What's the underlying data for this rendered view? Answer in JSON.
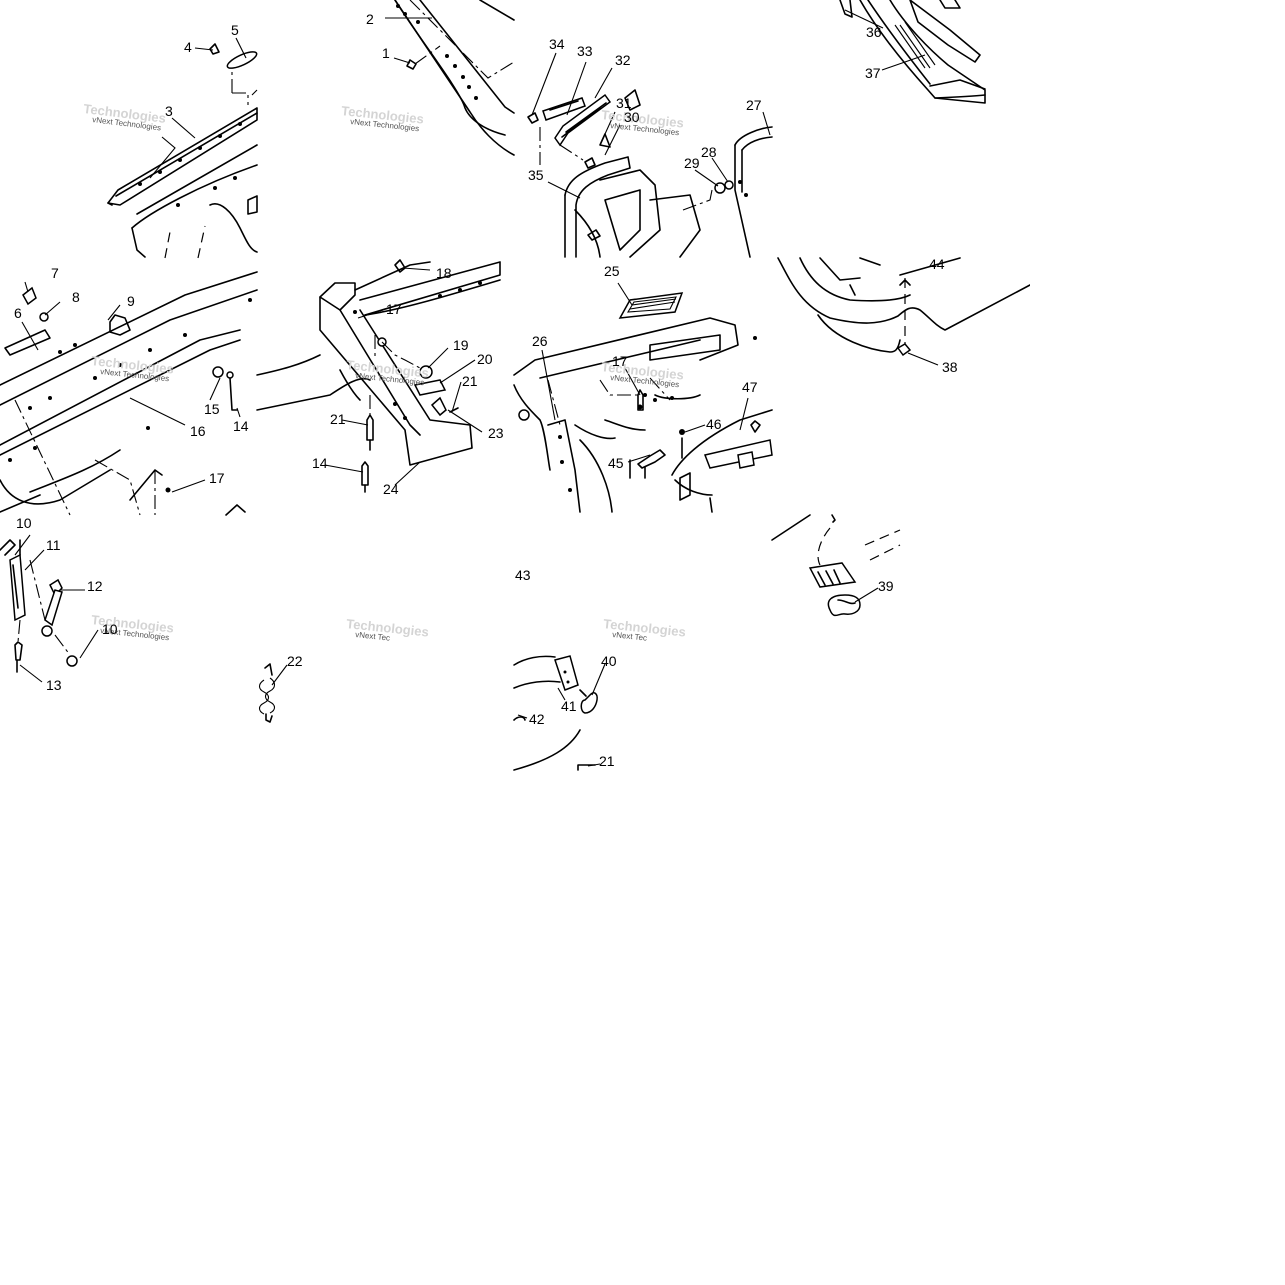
{
  "watermark": {
    "text": "vNext Technologies",
    "short_text": "vNext Tec",
    "logo_text": "Technologies"
  },
  "callouts": [
    "1",
    "2",
    "3",
    "4",
    "5",
    "6",
    "7",
    "8",
    "9",
    "10",
    "11",
    "12",
    "13",
    "14",
    "15",
    "16",
    "17",
    "18",
    "19",
    "20",
    "21",
    "22",
    "23",
    "24",
    "25",
    "26",
    "27",
    "28",
    "29",
    "30",
    "31",
    "32",
    "33",
    "34",
    "35",
    "36",
    "37",
    "38",
    "39",
    "40",
    "41",
    "42",
    "43",
    "44",
    "45",
    "46",
    "47"
  ],
  "callout_10_second": "10",
  "callout_14_second": "14",
  "callout_17_panel5": "17",
  "callout_17_panel6": "17",
  "callout_17_panel7": "17",
  "callout_21_second": "21",
  "callout_21_third": "21"
}
